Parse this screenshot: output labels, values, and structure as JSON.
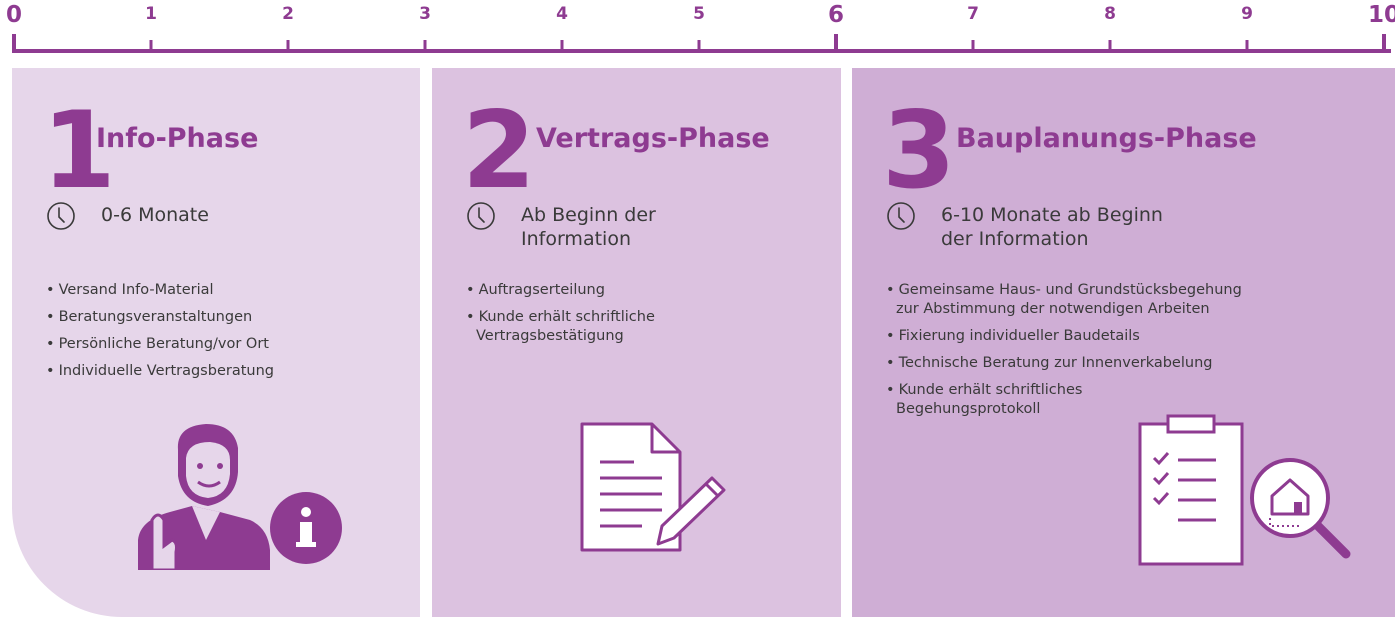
{
  "timeline": {
    "ticks": [
      "0",
      "1",
      "2",
      "3",
      "4",
      "5",
      "6",
      "7",
      "8",
      "9",
      "10"
    ],
    "major_ticks": [
      "0",
      "6",
      "10"
    ],
    "color": "#8e3b91"
  },
  "phases": [
    {
      "number": "1",
      "title": "Info-Phase",
      "duration": [
        "0-6 Monate"
      ],
      "items": [
        [
          "Versand Info-Material"
        ],
        [
          "Beratungsveranstaltungen"
        ],
        [
          "Persönliche Beratung/vor Ort"
        ],
        [
          "Individuelle Vertragsberatung"
        ]
      ],
      "icon": "person-info-icon",
      "background": "#e6d6ea"
    },
    {
      "number": "2",
      "title": "Vertrags-Phase",
      "duration": [
        "Ab Beginn der",
        "Information"
      ],
      "items": [
        [
          "Auftragserteilung"
        ],
        [
          "Kunde erhält schriftliche",
          "Vertragsbestätigung"
        ]
      ],
      "icon": "document-pen-icon",
      "background": "#dcc2e0"
    },
    {
      "number": "3",
      "title": "Bauplanungs-Phase",
      "duration": [
        "6-10 Monate ab Beginn",
        "der Information"
      ],
      "items": [
        [
          "Gemeinsame Haus- und Grundstücksbegehung",
          "zur Abstimmung der notwendigen Arbeiten"
        ],
        [
          "Fixierung individueller Baudetails"
        ],
        [
          "Technische Beratung zur Innenverkabelung"
        ],
        [
          "Kunde erhält schriftliches",
          "Begehungsprotokoll"
        ]
      ],
      "icon": "clipboard-house-search-icon",
      "background": "#cfaed5"
    }
  ]
}
